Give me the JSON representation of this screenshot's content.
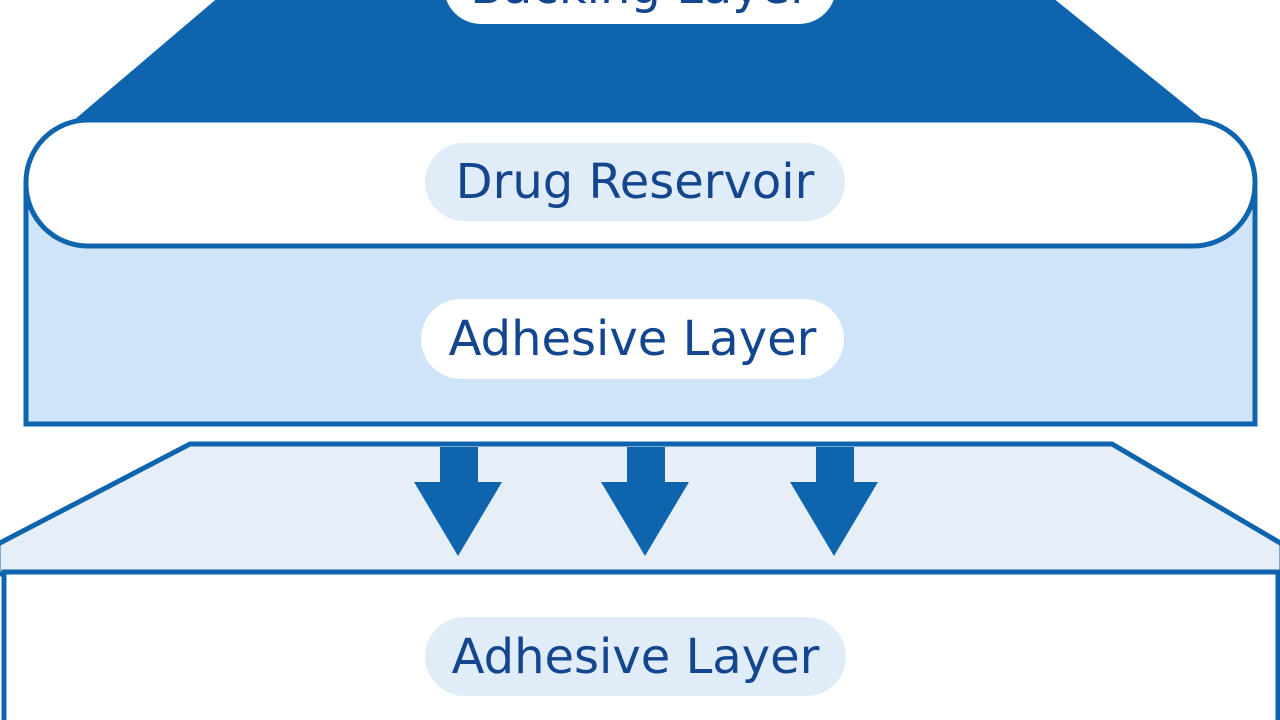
{
  "layers": {
    "backing": {
      "label": "Backing Layer"
    },
    "drug_reservoir": {
      "label": "Drug Reservoir"
    },
    "adhesive_upper": {
      "label": "Adhesive Layer"
    },
    "adhesive_lower": {
      "label": "Adhesive Layer"
    }
  },
  "colors": {
    "dark_blue": "#0f65ad",
    "light_blue_fill": "#cfe4f8",
    "pale_blue_fill": "#e6eff8",
    "white": "#ffffff",
    "label_text": "#13468e",
    "pill_blue_bg": "#e0ecf8"
  },
  "arrows": {
    "count": 3,
    "direction": "down",
    "icon": "arrow-down-icon"
  }
}
